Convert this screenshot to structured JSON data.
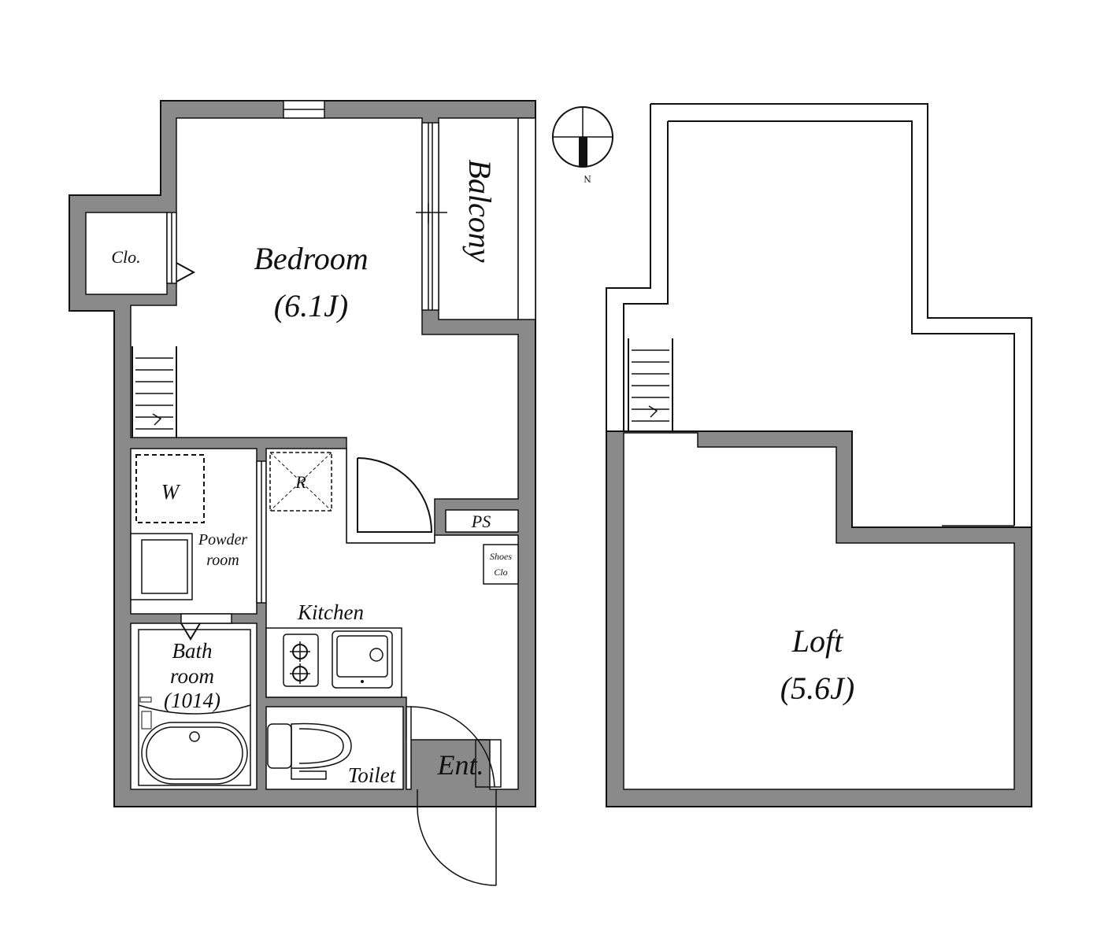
{
  "colors": {
    "wall": "#8a8a8a",
    "wall_outline": "#111111",
    "background": "#ffffff"
  },
  "compass": {
    "north_label": "N",
    "icon": "compass-icon"
  },
  "ground_floor": {
    "rooms": {
      "bedroom": {
        "name": "Bedroom",
        "size": "(6.1J)"
      },
      "balcony": {
        "name": "Balcony"
      },
      "closet": {
        "name": "Clo."
      },
      "washer": {
        "name": "W"
      },
      "refrigerator": {
        "name": "R"
      },
      "powder_room": {
        "line1": "Powder",
        "line2": "room"
      },
      "ps": {
        "name": "PS"
      },
      "shoes_closet": {
        "line1": "Shoes",
        "line2": "Clo"
      },
      "kitchen": {
        "name": "Kitchen"
      },
      "bathroom": {
        "line1": "Bath",
        "line2": "room",
        "line3": "(1014)"
      },
      "toilet": {
        "name": "Toilet"
      },
      "entrance": {
        "name": "Ent."
      }
    }
  },
  "loft_floor": {
    "rooms": {
      "loft": {
        "name": "Loft",
        "size": "(5.6J)"
      }
    }
  }
}
